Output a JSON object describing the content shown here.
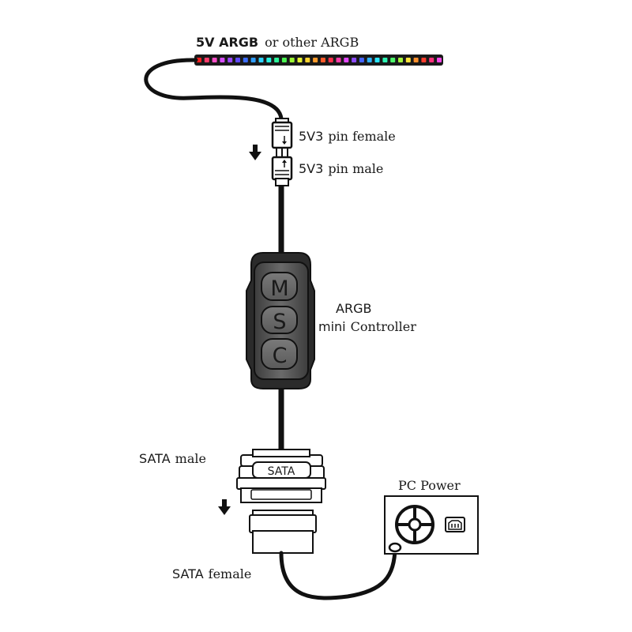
{
  "title": {
    "bold": "5V ARGB",
    "rest": "or other ARGB"
  },
  "connectors": {
    "female": {
      "prefix": "5V3",
      "rest": "pin female"
    },
    "male": {
      "prefix": "5V3",
      "rest": "pin male"
    }
  },
  "controller": {
    "line1": "ARGB",
    "line2_prefix": "mini",
    "line2_rest": "Controller",
    "buttons": [
      "M",
      "S",
      "C"
    ]
  },
  "sata_male": {
    "prefix": "SATA",
    "rest": "male",
    "plug_text": "SATA"
  },
  "sata_female": {
    "prefix": "SATA",
    "rest": "female"
  },
  "pc_power": {
    "label": "PC Power"
  },
  "led_colors": [
    "#ff2020",
    "#ff3a6a",
    "#ff4fc8",
    "#d64dff",
    "#9a48ff",
    "#5f4aff",
    "#3b6cff",
    "#2f9dff",
    "#2ed1ff",
    "#27f0e0",
    "#2bf59a",
    "#49f551",
    "#9cf532",
    "#e4f232",
    "#ffd32f",
    "#ff9b2b",
    "#ff5a2a",
    "#ff2f4a",
    "#ff3aa8",
    "#e347ff",
    "#8d4bff",
    "#4564ff",
    "#2fb1ff",
    "#29e6ff",
    "#2cf5b3",
    "#4df66a",
    "#a3f43a",
    "#ffe23a",
    "#ff8f2c",
    "#ff3d2d",
    "#ff2f7a",
    "#f646e8"
  ]
}
